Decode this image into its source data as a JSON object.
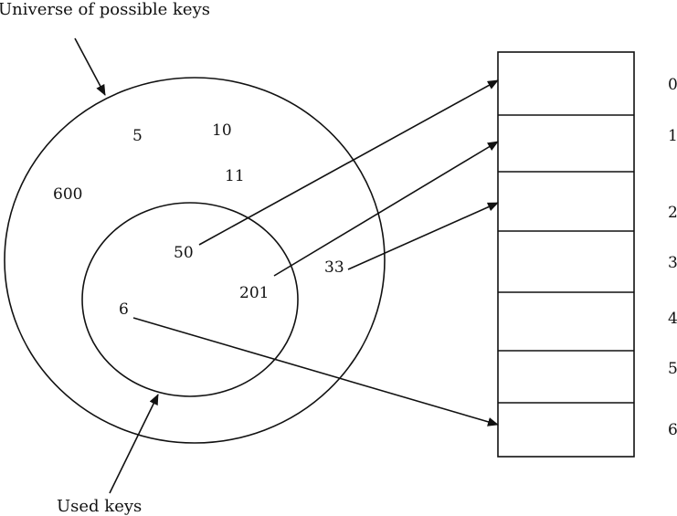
{
  "labels": {
    "universe": "Universe of possible keys",
    "used": "Used keys"
  },
  "universe_keys": [
    "5",
    "10",
    "11",
    "600",
    "33"
  ],
  "used_keys": [
    "50",
    "201",
    "6"
  ],
  "table_indices": [
    "0",
    "1",
    "2",
    "3",
    "4",
    "5",
    "6"
  ],
  "mappings": [
    {
      "key": "50",
      "slot": "0"
    },
    {
      "key": "201",
      "slot": "1"
    },
    {
      "key": "33",
      "slot": "2"
    },
    {
      "key": "6",
      "slot": "6"
    }
  ]
}
